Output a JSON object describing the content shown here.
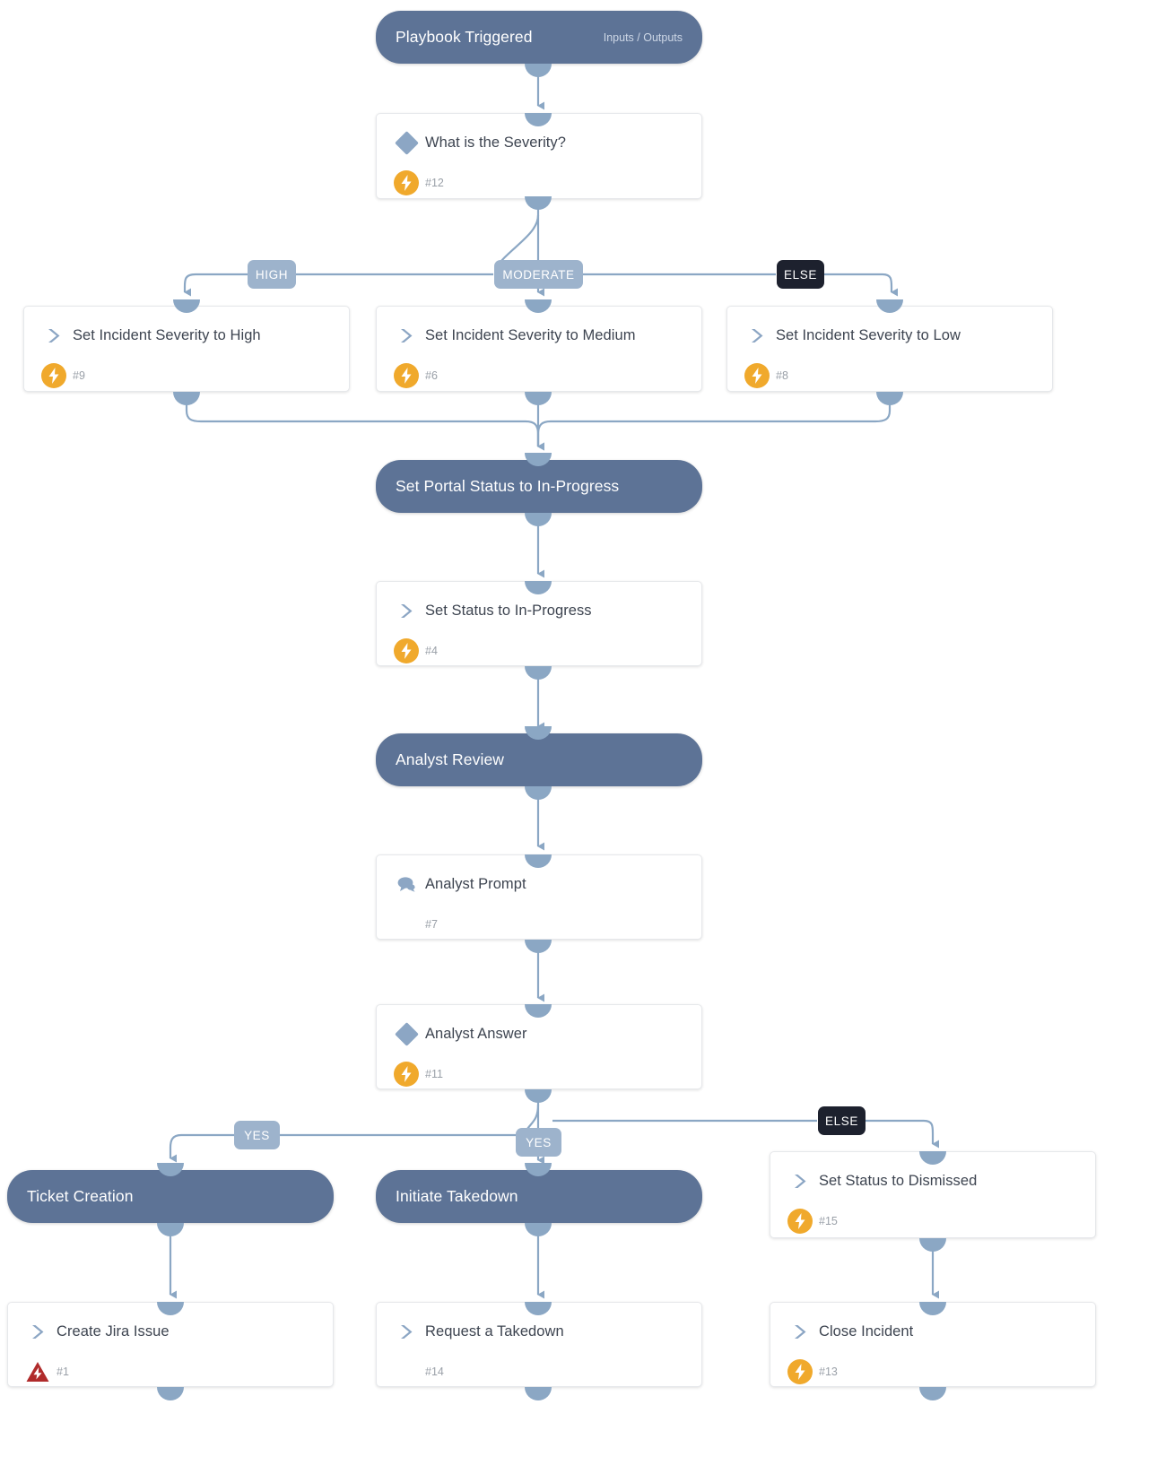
{
  "diagram": {
    "type": "playbook-workflow",
    "title": "Playbook Triggered",
    "colors": {
      "pill": "#5d7396",
      "card_border": "#e6e8eb",
      "edge": "#8ba7c4",
      "badge_blue": "#9db3cc",
      "badge_dark": "#1d212e",
      "status_bolt": "#f0a92c",
      "status_warning": "#b02b2b",
      "title_text": "#3d4450",
      "ref_text": "#9aa0a8"
    }
  },
  "nodes": {
    "trigger": {
      "kind": "pill",
      "title": "Playbook Triggered",
      "subtitle": "Inputs / Outputs"
    },
    "severity_decision": {
      "kind": "card",
      "icon": "diamond-icon",
      "title": "What is the Severity?",
      "ref": "#12",
      "status": "bolt"
    },
    "severity_high": {
      "kind": "card",
      "icon": "chevron-right-icon",
      "title": "Set Incident Severity to High",
      "ref": "#9",
      "status": "bolt"
    },
    "severity_medium": {
      "kind": "card",
      "icon": "chevron-right-icon",
      "title": "Set Incident Severity to Medium",
      "ref": "#6",
      "status": "bolt"
    },
    "severity_low": {
      "kind": "card",
      "icon": "chevron-right-icon",
      "title": "Set Incident Severity to Low",
      "ref": "#8",
      "status": "bolt"
    },
    "portal_status": {
      "kind": "pill",
      "title": "Set Portal Status to In-Progress",
      "subtitle": ""
    },
    "set_status_inprogress": {
      "kind": "card",
      "icon": "chevron-right-icon",
      "title": "Set Status to In-Progress",
      "ref": "#4",
      "status": "bolt"
    },
    "analyst_review": {
      "kind": "pill",
      "title": "Analyst Review",
      "subtitle": ""
    },
    "analyst_prompt": {
      "kind": "card",
      "icon": "chat-bubble-icon",
      "title": "Analyst Prompt",
      "ref": "#7",
      "status": "none"
    },
    "analyst_answer": {
      "kind": "card",
      "icon": "diamond-icon",
      "title": "Analyst Answer",
      "ref": "#11",
      "status": "bolt"
    },
    "ticket_creation": {
      "kind": "pill",
      "title": "Ticket Creation",
      "subtitle": ""
    },
    "initiate_takedown": {
      "kind": "pill",
      "title": "Initiate Takedown",
      "subtitle": ""
    },
    "set_status_dismissed": {
      "kind": "card",
      "icon": "chevron-right-icon",
      "title": "Set Status to Dismissed",
      "ref": "#15",
      "status": "bolt"
    },
    "create_jira_issue": {
      "kind": "card",
      "icon": "chevron-right-icon",
      "title": "Create Jira Issue",
      "ref": "#1",
      "status": "warning"
    },
    "request_takedown": {
      "kind": "card",
      "icon": "chevron-right-icon",
      "title": "Request a Takedown",
      "ref": "#14",
      "status": "none"
    },
    "close_incident": {
      "kind": "card",
      "icon": "chevron-right-icon",
      "title": "Close Incident",
      "ref": "#13",
      "status": "bolt"
    }
  },
  "branch_labels": {
    "high": "HIGH",
    "moderate": "MODERATE",
    "else_severity": "ELSE",
    "yes_ticket": "YES",
    "yes_takedown": "YES",
    "else_answer": "ELSE"
  }
}
